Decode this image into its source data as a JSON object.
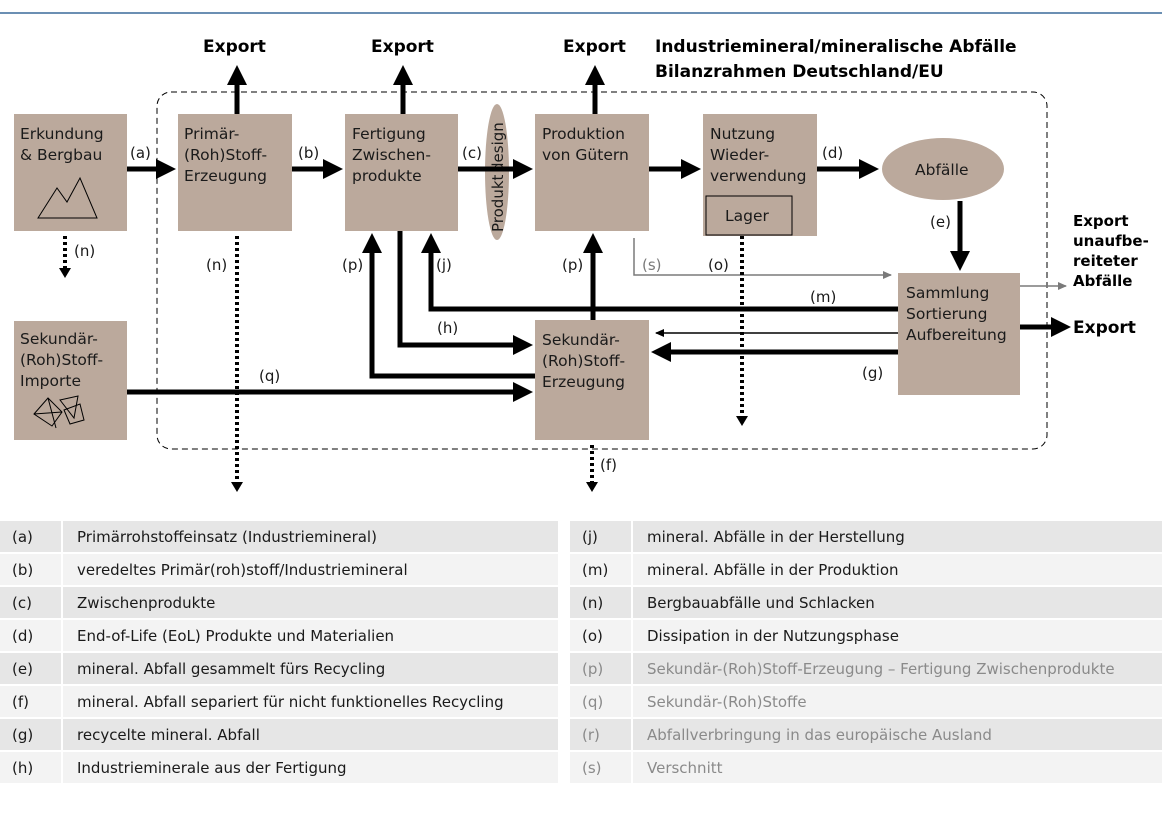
{
  "diagram": {
    "title_line1": "Industriemineral/mineralische Abfälle",
    "title_line2": "Bilanzrahmen Deutschland/EU",
    "export_top": "Export",
    "export_side": "Export",
    "export_raw": [
      "Export",
      "unaufbe-",
      "reiteter",
      "Abfälle"
    ],
    "boxes": {
      "erkundung": [
        "Erkundung",
        "& Bergbau"
      ],
      "primaer": [
        "Primär-",
        "(Roh)Stoff-",
        "Erzeugung"
      ],
      "fertigung": [
        "Fertigung",
        "Zwischen-",
        "produkte"
      ],
      "produktion": [
        "Produktion",
        "von Gütern"
      ],
      "nutzung": [
        "Nutzung",
        "Wieder-",
        "verwendung"
      ],
      "lager": "Lager",
      "abfaelle": "Abfälle",
      "sammlung": [
        "Sammlung",
        "Sortierung",
        "Aufbereitung"
      ],
      "sek_importe": [
        "Sekundär-",
        "(Roh)Stoff-",
        "Importe"
      ],
      "sek_erzeugung": [
        "Sekundär-",
        "(Roh)Stoff-",
        "Erzeugung"
      ],
      "produktdesign": [
        "Produkt",
        "design"
      ]
    },
    "flow_labels": {
      "a": "(a)",
      "b": "(b)",
      "c": "(c)",
      "d": "(d)",
      "e": "(e)",
      "f": "(f)",
      "g": "(g)",
      "h": "(h)",
      "j": "(j)",
      "m": "(m)",
      "n": "(n)",
      "o": "(o)",
      "p": "(p)",
      "q": "(q)",
      "s": "(s)"
    }
  },
  "legend_left": [
    {
      "code": "(a)",
      "text": "Primärrohstoffeinsatz (Industriemineral)"
    },
    {
      "code": "(b)",
      "text": "veredeltes Primär(roh)stoff/Industriemineral"
    },
    {
      "code": "(c)",
      "text": "Zwischenprodukte"
    },
    {
      "code": "(d)",
      "text": "End-of-Life (EoL) Produkte und Materialien"
    },
    {
      "code": "(e)",
      "text": "mineral. Abfall gesammelt fürs Recycling"
    },
    {
      "code": "(f)",
      "text": "mineral. Abfall separiert für nicht funktionelles Recycling"
    },
    {
      "code": "(g)",
      "text": "recycelte mineral. Abfall"
    },
    {
      "code": "(h)",
      "text": "Industrieminerale aus der Fertigung"
    }
  ],
  "legend_right": [
    {
      "code": "(j)",
      "text": "mineral. Abfälle in der Herstellung"
    },
    {
      "code": "(m)",
      "text": "mineral. Abfälle in der Produktion"
    },
    {
      "code": "(n)",
      "text": "Bergbauabfälle und Schlacken"
    },
    {
      "code": "(o)",
      "text": "Dissipation in der Nutzungsphase"
    },
    {
      "code": "(p)",
      "text": "Sekundär-(Roh)Stoff-Erzeugung – Fertigung Zwischenprodukte"
    },
    {
      "code": "(q)",
      "text": "Sekundär-(Roh)Stoffe"
    },
    {
      "code": "(r)",
      "text": "Abfallverbringung in das europäische Ausland"
    },
    {
      "code": "(s)",
      "text": "Verschnitt"
    }
  ],
  "colors": {
    "box_fill": "#bba99c",
    "frame_line": "#6b8fb3",
    "muted_text": "#8a8a8a"
  }
}
